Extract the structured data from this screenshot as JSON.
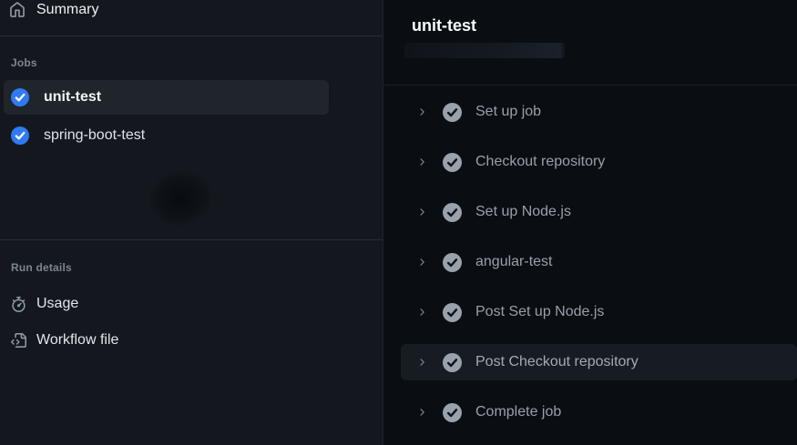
{
  "sidebar": {
    "summary_label": "Summary",
    "jobs_header": "Jobs",
    "jobs": [
      {
        "label": "unit-test",
        "status": "success",
        "selected": true
      },
      {
        "label": "spring-boot-test",
        "status": "success",
        "selected": false
      }
    ],
    "run_details_header": "Run details",
    "run_details": [
      {
        "label": "Usage",
        "icon": "stopwatch-icon"
      },
      {
        "label": "Workflow file",
        "icon": "file-code-icon"
      }
    ]
  },
  "main": {
    "title": "unit-test",
    "steps": [
      {
        "label": "Set up job",
        "status": "success",
        "highlighted": false
      },
      {
        "label": "Checkout repository",
        "status": "success",
        "highlighted": false
      },
      {
        "label": "Set up Node.js",
        "status": "success",
        "highlighted": false
      },
      {
        "label": "angular-test",
        "status": "success",
        "highlighted": false
      },
      {
        "label": "Post Set up Node.js",
        "status": "success",
        "highlighted": false
      },
      {
        "label": "Post Checkout repository",
        "status": "success",
        "highlighted": true
      },
      {
        "label": "Complete job",
        "status": "success",
        "highlighted": false
      }
    ]
  },
  "colors": {
    "job_success_accent": "#3079f2",
    "step_success_icon": "#99a1ab",
    "sidebar_bg": "#14181e",
    "log_bg": "#0a0d12",
    "muted_text": "#7d8590"
  }
}
